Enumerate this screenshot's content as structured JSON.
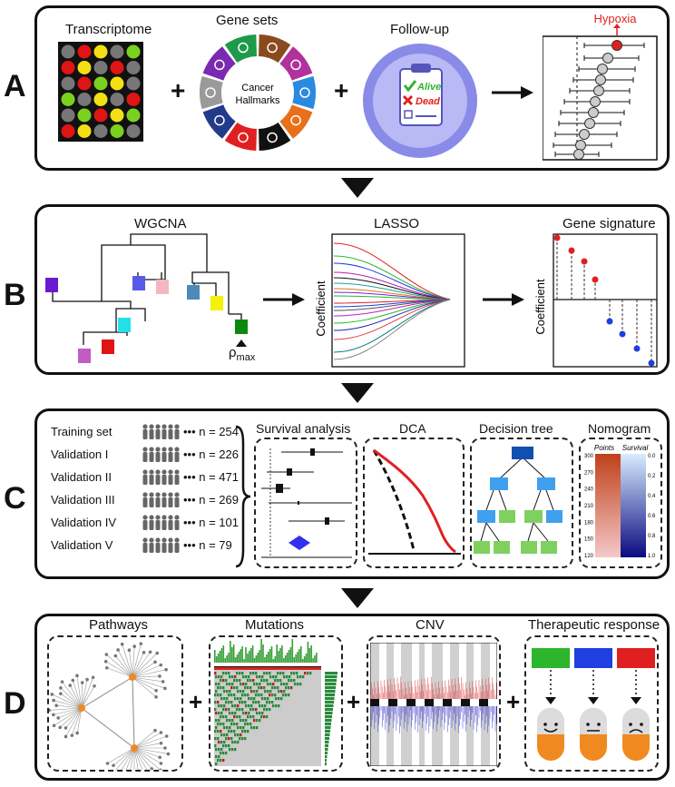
{
  "panels": {
    "a": {
      "letter": "A",
      "transcriptome_label": "Transcriptome",
      "gene_sets_label": "Gene sets",
      "hallmarks_label_1": "Cancer",
      "hallmarks_label_2": "Hallmarks",
      "followup_label": "Follow-up",
      "alive_label": "Alive",
      "dead_label": "Dead",
      "hypoxia_label": "Hypoxia",
      "plus": "+"
    },
    "b": {
      "letter": "B",
      "wgcna_label": "WGCNA",
      "lasso_label": "LASSO",
      "gene_signature_label": "Gene signature",
      "coefficient_label": "Coefficient",
      "rho_label": "ρ",
      "rho_sub": "max"
    },
    "c": {
      "letter": "C",
      "cohorts": [
        {
          "name": "Training set",
          "n": "n = 254"
        },
        {
          "name": "Validation I",
          "n": "n = 226"
        },
        {
          "name": "Validation II",
          "n": "n = 471"
        },
        {
          "name": "Validation III",
          "n": "n = 269"
        },
        {
          "name": "Validation IV",
          "n": "n = 101"
        },
        {
          "name": "Validation V",
          "n": "n = 79"
        }
      ],
      "survival_label": "Survival analysis",
      "dca_label": "DCA",
      "tree_label": "Decision tree",
      "nomogram_label": "Nomogram",
      "points_label": "Points",
      "survival_axis_label": "Survival",
      "points_ticks": [
        "300",
        "270",
        "240",
        "210",
        "180",
        "150",
        "120"
      ],
      "survival_ticks": [
        "0.0",
        "0.2",
        "0.4",
        "0.6",
        "0.8",
        "1.0"
      ]
    },
    "d": {
      "letter": "D",
      "pathways_label": "Pathways",
      "mutations_label": "Mutations",
      "cnv_label": "CNV",
      "therapeutic_label": "Therapeutic response"
    }
  },
  "colors": {
    "red": "#e02020",
    "green": "#2db52d",
    "blue": "#1f3fe0",
    "orange": "#f08a20",
    "purple_ring": "#6b6bd8"
  }
}
